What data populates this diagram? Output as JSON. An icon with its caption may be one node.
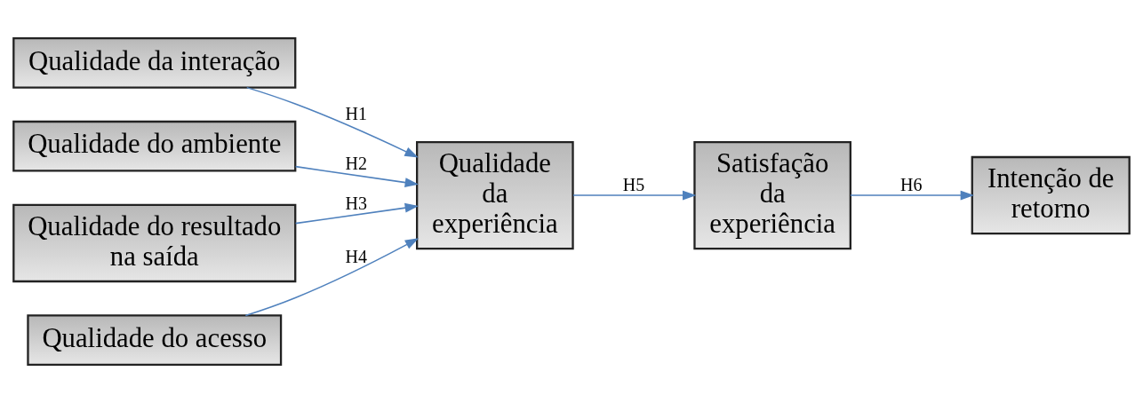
{
  "diagram": {
    "nodes": [
      {
        "text": [
          "Qualidade da interação"
        ]
      },
      {
        "text": [
          "Qualidade do ambiente"
        ]
      },
      {
        "text": [
          "Qualidade do resultado na saída"
        ]
      },
      {
        "text": [
          "Qualidade do acesso"
        ]
      },
      {
        "text": [
          "Qualidade da experiência"
        ]
      },
      {
        "text": [
          "Satisfação da experiência"
        ]
      },
      {
        "text": [
          "Intenção de retorno"
        ]
      }
    ],
    "edges": [
      {
        "from": 0,
        "to": 4,
        "arrow": "to",
        "label": "H1"
      },
      {
        "from": 1,
        "to": 4,
        "arrow": "to",
        "label": "H2"
      },
      {
        "from": 2,
        "to": 4,
        "arrow": "to",
        "label": "H3"
      },
      {
        "from": 3,
        "to": 4,
        "arrow": "to",
        "label": "H4"
      },
      {
        "from": 4,
        "to": 5,
        "arrow": "to",
        "label": "H5"
      },
      {
        "from": 5,
        "to": 6,
        "arrow": "to",
        "label": "H6"
      }
    ]
  }
}
